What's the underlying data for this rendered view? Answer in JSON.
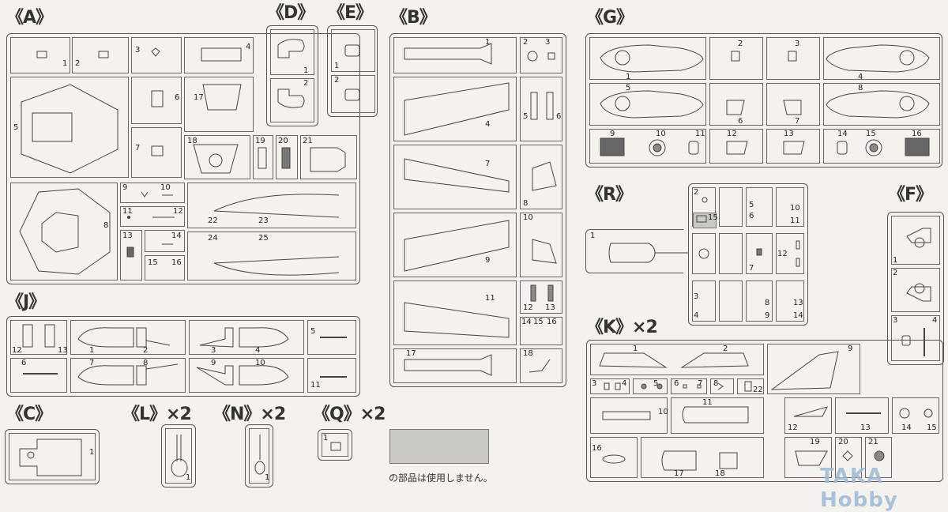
{
  "sprues": {
    "A": {
      "label": "《A》",
      "parts": [
        "1",
        "2",
        "3",
        "4",
        "5",
        "6",
        "17",
        "7",
        "18",
        "19",
        "20",
        "21",
        "8",
        "9",
        "10",
        "11",
        "12",
        "13",
        "14",
        "15",
        "16",
        "22",
        "23",
        "24",
        "25"
      ]
    },
    "D": {
      "label": "《D》",
      "parts": [
        "1",
        "2"
      ]
    },
    "E": {
      "label": "《E》",
      "parts": [
        "1",
        "2"
      ]
    },
    "B": {
      "label": "《B》",
      "parts": [
        "1",
        "2",
        "3",
        "4",
        "5",
        "6",
        "7",
        "8",
        "10",
        "9",
        "11",
        "12",
        "13",
        "14",
        "15",
        "16",
        "17",
        "18"
      ]
    },
    "G": {
      "label": "《G》",
      "parts": [
        "1",
        "2",
        "3",
        "4",
        "5",
        "6",
        "7",
        "8",
        "9",
        "10",
        "11",
        "12",
        "13",
        "14",
        "15",
        "16"
      ]
    },
    "R": {
      "label": "《R》",
      "parts": [
        "1",
        "2",
        "15",
        "5",
        "6",
        "10",
        "11",
        "7",
        "12",
        "3",
        "4",
        "8",
        "9",
        "13",
        "14"
      ]
    },
    "F": {
      "label": "《F》",
      "parts": [
        "1",
        "2",
        "3",
        "4"
      ]
    },
    "J": {
      "label": "《J》",
      "parts": [
        "12",
        "13",
        "1",
        "2",
        "3",
        "4",
        "5",
        "6",
        "7",
        "8",
        "9",
        "10",
        "11"
      ]
    },
    "K": {
      "label": "《K》×2",
      "parts": [
        "1",
        "2",
        "9",
        "3",
        "4",
        "5",
        "6",
        "7",
        "8",
        "22",
        "10",
        "11",
        "12",
        "13",
        "14",
        "15",
        "16",
        "17",
        "18",
        "19",
        "20",
        "21"
      ]
    },
    "C": {
      "label": "《C》",
      "parts": [
        "1"
      ]
    },
    "L": {
      "label": "《L》×2",
      "parts": [
        "1"
      ]
    },
    "N": {
      "label": "《N》×2",
      "parts": [
        "1"
      ]
    },
    "Q": {
      "label": "《Q》×2",
      "parts": [
        "1"
      ]
    }
  },
  "legend": {
    "note": "の部品は使用しません。",
    "unused_color": "#c9cac6"
  },
  "watermark": "TAKA Hobby",
  "colors": {
    "background": "#f3f2ee",
    "line": "#555555",
    "watermark": "#9fb8d6"
  }
}
